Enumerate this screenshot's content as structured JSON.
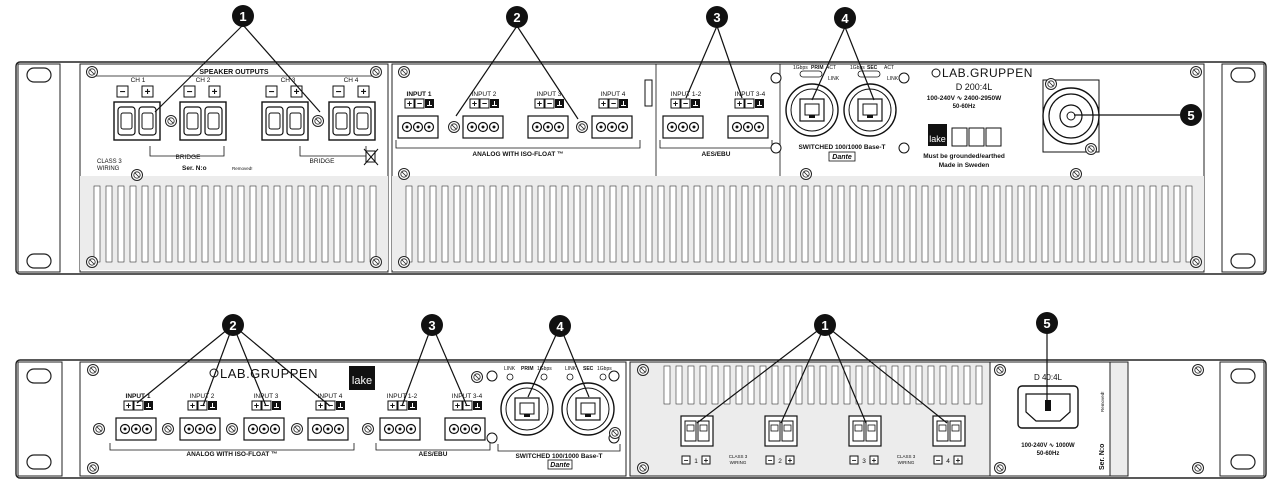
{
  "callouts": {
    "c1": "1",
    "c2": "2",
    "c3": "3",
    "c4": "4",
    "c5": "5"
  },
  "top": {
    "speaker_outputs": "SPEAKER OUTPUTS",
    "ch1": "CH 1",
    "ch2": "CH 2",
    "ch3": "CH 3",
    "ch4": "CH 4",
    "bridge": "BRIDGE",
    "class3": "CLASS 3",
    "wiring": "WIRING",
    "serial": "Ser. N:o",
    "removed": "Removed!",
    "input1": "INPUT 1",
    "input2": "INPUT 2",
    "input3": "INPUT 3",
    "input4": "INPUT 4",
    "analog": "ANALOG WITH ISO-FLOAT ™",
    "aes_in12": "INPUT 1-2",
    "aes_in34": "INPUT 3-4",
    "aes": "AES/EBU",
    "gbps1": "1Gbps",
    "prim": "PRIM",
    "act1": "ACT",
    "link1": "LINK",
    "gbps2": "1Gbps",
    "sec": "SEC",
    "act2": "ACT",
    "link2": "LINK",
    "switched": "SWITCHED 100/1000 Base-T",
    "dante": "Dante",
    "brand": "LAB.GRUPPEN",
    "model": "D 200:4L",
    "power": "100-240V ∿ 2400-2950W",
    "hz": "50-60Hz",
    "lake": "lake",
    "grounded": "Must be grounded/earthed",
    "made": "Made in Sweden"
  },
  "bottom": {
    "brand": "LAB.GRUPPEN",
    "lake": "lake",
    "input1": "INPUT 1",
    "input2": "INPUT 2",
    "input3": "INPUT 3",
    "input4": "INPUT 4",
    "analog": "ANALOG WITH ISO-FLOAT ™",
    "aes_in12": "INPUT 1-2",
    "aes_in34": "INPUT 3-4",
    "aes": "AES/EBU",
    "link1": "LINK",
    "prim": "PRIM",
    "gbps1": "1Gbps",
    "link2": "LINK",
    "sec": "SEC",
    "gbps2": "1Gbps",
    "switched": "SWITCHED 100/1000 Base-T",
    "dante": "Dante",
    "ch1": "1",
    "ch2": "2",
    "ch3": "3",
    "ch4": "4",
    "class3a": "CLASS 3",
    "wiringa": "WIRING",
    "class3b": "CLASS 3",
    "wiringb": "WIRING",
    "model": "D 40:4L",
    "power": "100-240V ∿ 1000W",
    "hz": "50-60Hz",
    "serial": "Ser. N:o",
    "removed": "Removed!"
  }
}
